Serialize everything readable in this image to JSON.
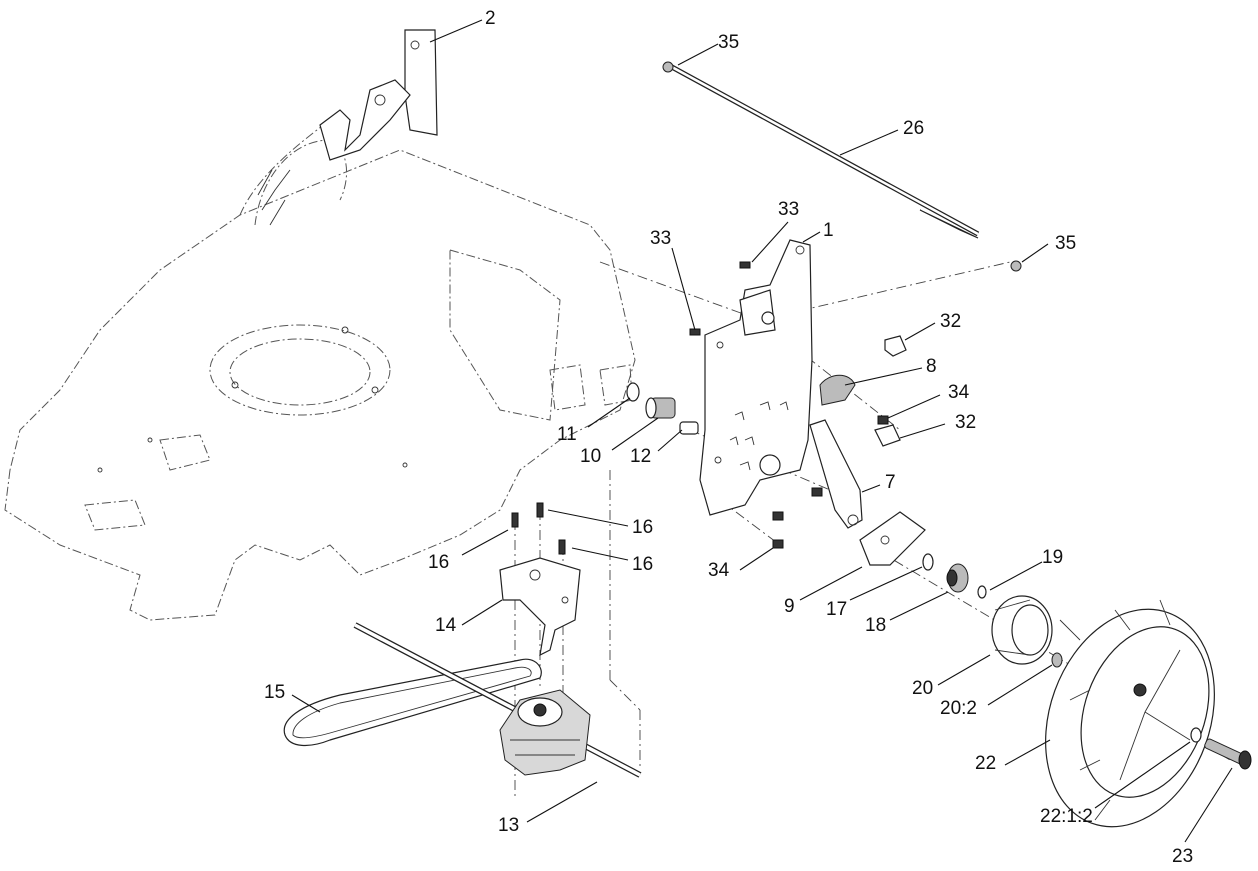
{
  "callouts": {
    "c2": "2",
    "c35a": "35",
    "c26": "26",
    "c33a": "33",
    "c1": "1",
    "c33b": "33",
    "c35b": "35",
    "c32a": "32",
    "c8": "8",
    "c34a": "34",
    "c32b": "32",
    "c11": "11",
    "c10": "10",
    "c12": "12",
    "c7": "7",
    "c16a": "16",
    "c16b": "16",
    "c16c": "16",
    "c34b": "34",
    "c19": "19",
    "c9": "9",
    "c17": "17",
    "c18": "18",
    "c14": "14",
    "c20": "20",
    "c20_2": "20:2",
    "c15": "15",
    "c22": "22",
    "c22_1_2": "22:1:2",
    "c13": "13",
    "c23": "23"
  }
}
